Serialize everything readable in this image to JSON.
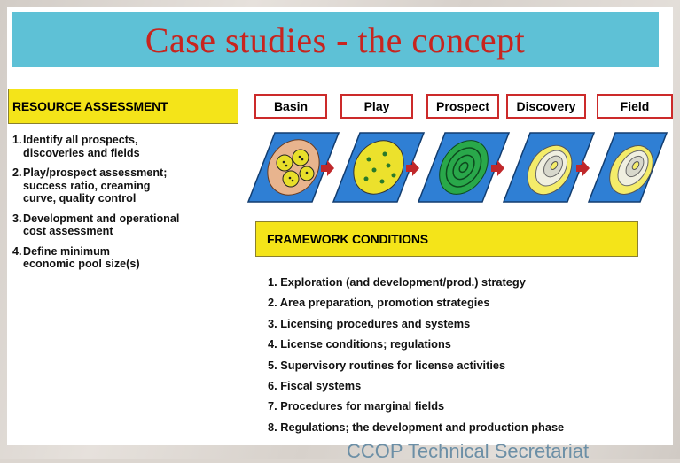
{
  "title": "Case studies - the concept",
  "resource_assessment": {
    "heading": "RESOURCE ASSESSMENT",
    "items": [
      {
        "num": "1.",
        "lines": [
          "Identify all prospects,",
          "discoveries and fields"
        ]
      },
      {
        "num": "2.",
        "lines": [
          "Play/prospect assessment;",
          "success ratio, creaming",
          "curve, quality control"
        ]
      },
      {
        "num": "3.",
        "lines": [
          "Development and operational",
          "cost assessment"
        ]
      },
      {
        "num": "4.",
        "lines": [
          "Define minimum",
          "economic pool size(s)"
        ]
      }
    ]
  },
  "stages": [
    "Basin",
    "Play",
    "Prospect",
    "Discovery",
    "Field"
  ],
  "colors": {
    "title_bar": "#5ec1d6",
    "title_text": "#c8241e",
    "heading_box": "#f4e419",
    "stage_border": "#cc2a2a",
    "tile_blue": "#2f7fd4",
    "arrow": "#c0282b"
  },
  "framework_conditions": {
    "heading": "FRAMEWORK CONDITIONS",
    "items": [
      "1. Exploration (and development/prod.) strategy",
      "2. Area preparation, promotion strategies",
      "3. Licensing procedures and systems",
      "4. License conditions; regulations",
      "5. Supervisory routines for license activities",
      "6. Fiscal systems",
      "7. Procedures for marginal fields",
      "8. Regulations; the development and production phase"
    ]
  },
  "footer": "CCOP Technical Secretariat"
}
